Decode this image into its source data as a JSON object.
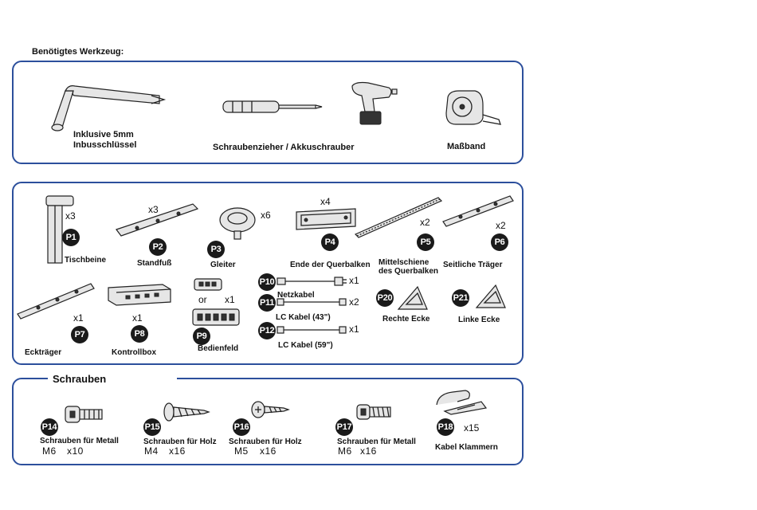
{
  "tools": {
    "heading": "Benötigtes Werkzeug:",
    "allen_key_label_line1": "Inklusive 5mm",
    "allen_key_label_line2": "Inbusschlüssel",
    "screwdriver_label": "Schraubenzieher / Akkuschrauber",
    "tape_label": "Maßband"
  },
  "parts": [
    {
      "id": "P1",
      "name": "Tischbeine",
      "qty": "x3"
    },
    {
      "id": "P2",
      "name": "Standfuß",
      "qty": "x3"
    },
    {
      "id": "P3",
      "name": "Gleiter",
      "qty": "x6"
    },
    {
      "id": "P4",
      "name": "Ende der Querbalken",
      "qty": "x4"
    },
    {
      "id": "P5",
      "name_line1": "Mittelschiene",
      "name_line2": "des Querbalken",
      "qty": "x2"
    },
    {
      "id": "P6",
      "name": "Seitliche Träger",
      "qty": "x2"
    },
    {
      "id": "P7",
      "name": "Eckträger",
      "qty": "x1"
    },
    {
      "id": "P8",
      "name": "Kontrollbox",
      "qty": "x1"
    },
    {
      "id": "P9",
      "name": "Bedienfeld",
      "qty": "x1",
      "or": "or"
    },
    {
      "id": "P10",
      "name": "Netzkabel",
      "qty": "x1"
    },
    {
      "id": "P11",
      "name": "LC Kabel (43\")",
      "qty": "x2"
    },
    {
      "id": "P12",
      "name": "LC Kabel (59\")",
      "qty": "x1"
    },
    {
      "id": "P20",
      "name": "Rechte Ecke"
    },
    {
      "id": "P21",
      "name": "Linke Ecke"
    }
  ],
  "screws": {
    "heading": "Schrauben",
    "items": [
      {
        "id": "P14",
        "name": "Schrauben für Metall",
        "size": "M6",
        "qty": "x10"
      },
      {
        "id": "P15",
        "name": "Schrauben für Holz",
        "size": "M4",
        "qty": "x16"
      },
      {
        "id": "P16",
        "name": "Schrauben für Holz",
        "size": "M5",
        "qty": "x16"
      },
      {
        "id": "P17",
        "name": "Schrauben für Metall",
        "size": "M6",
        "qty": "x16"
      },
      {
        "id": "P18",
        "name": "Kabel Klammern",
        "qty": "x15"
      }
    ]
  },
  "colors": {
    "frame_border": "#2c4f9c",
    "badge": "#1a1a1a"
  }
}
